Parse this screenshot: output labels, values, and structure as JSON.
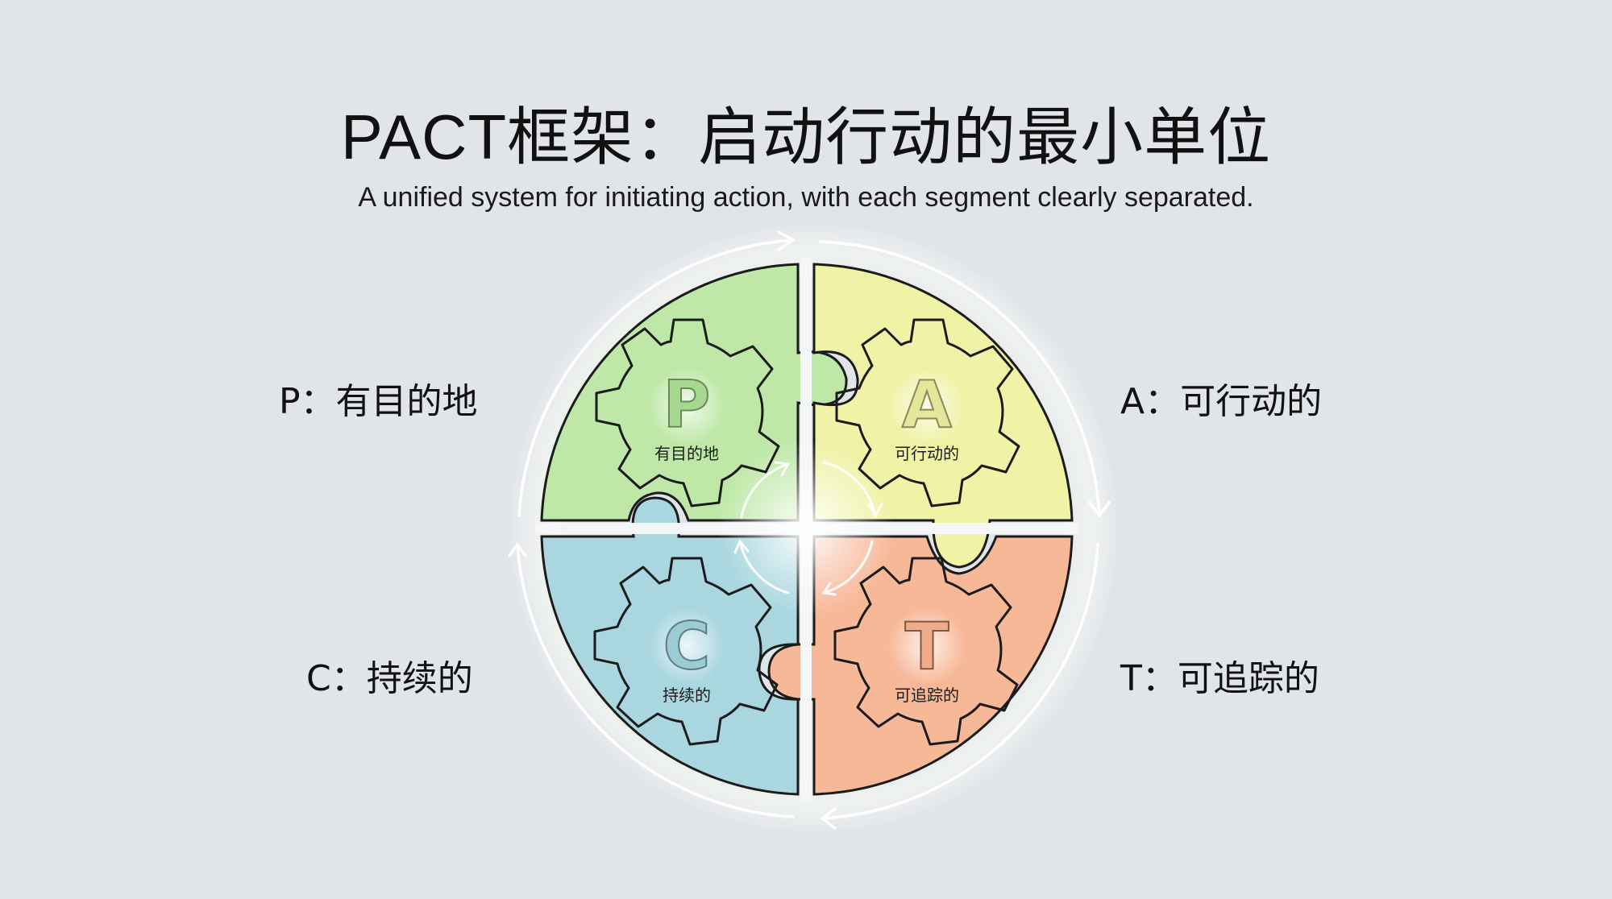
{
  "header": {
    "title": "PACT框架：启动行动的最小单位",
    "subtitle": "A unified system for initiating action, with each segment clearly separated."
  },
  "segments": [
    {
      "key": "P",
      "letter": "P",
      "label": "有目的地",
      "side_label": "P：有目的地",
      "color": "#bfe8a8",
      "position": "top-left"
    },
    {
      "key": "A",
      "letter": "A",
      "label": "可行动的",
      "side_label": "A：可行动的",
      "color": "#f0f2a6",
      "position": "top-right"
    },
    {
      "key": "C",
      "letter": "C",
      "label": "持续的",
      "side_label": "C：持续的",
      "color": "#a9d6df",
      "position": "bottom-left"
    },
    {
      "key": "T",
      "letter": "T",
      "label": "可追踪的",
      "side_label": "T：可追踪的",
      "color": "#f7b898",
      "position": "bottom-right"
    }
  ],
  "colors": {
    "background": "#e1e4e9",
    "outline": "#1b1b1b",
    "arrow": "#ffffff"
  },
  "icons": {
    "gear": "gear-icon",
    "cycle_arrow": "cycle-arrow-icon"
  }
}
